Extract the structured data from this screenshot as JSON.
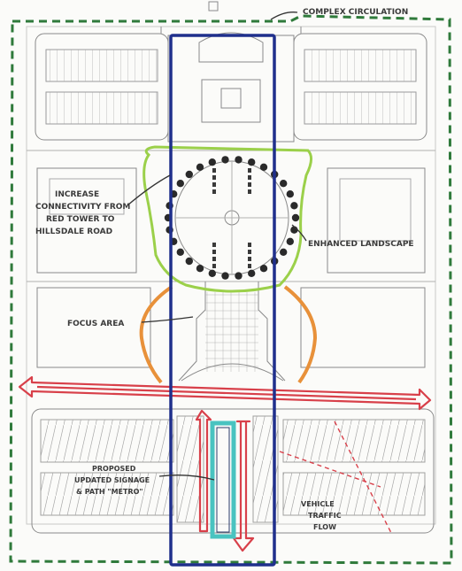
{
  "labels": {
    "complex_circulation": "COMPLEX CIRCULATION",
    "increase_connectivity_line1": "INCREASE",
    "increase_connectivity_line2": "CONNECTIVITY FROM",
    "increase_connectivity_line3": "RED TOWER TO",
    "increase_connectivity_line4": "HILLSDALE ROAD",
    "enhanced_landscape": "ENHANCED LANDSCAPE",
    "focus_area": "FOCUS AREA",
    "signage_line1": "PROPOSED",
    "signage_line2": "UPDATED SIGNAGE",
    "signage_line3": "& PATH \"METRO\"",
    "vehicle_line1": "VEHICLE",
    "vehicle_line2": "TRAFFIC",
    "vehicle_line3": "FLOW"
  },
  "colors": {
    "complex_boundary": "#2f7a3b",
    "focus_corridor": "#1f2f8c",
    "enhanced_landscape": "#9bd04a",
    "landscape_arcs": "#e8913a",
    "traffic_arrows": "#d8404a",
    "signage_path": "#49c3c0",
    "linework": "#8a8a8a"
  }
}
